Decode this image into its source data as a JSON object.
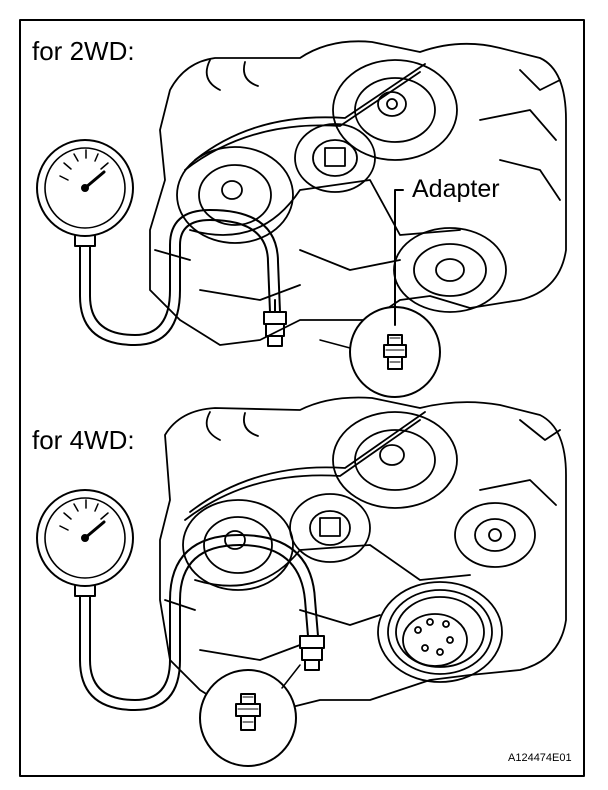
{
  "diagram": {
    "panel_top_label": "for 2WD:",
    "panel_bottom_label": "for 4WD:",
    "callout_label": "Adapter",
    "figure_id": "A124474E01"
  },
  "colors": {
    "ink": "#000000",
    "paper": "#ffffff"
  }
}
